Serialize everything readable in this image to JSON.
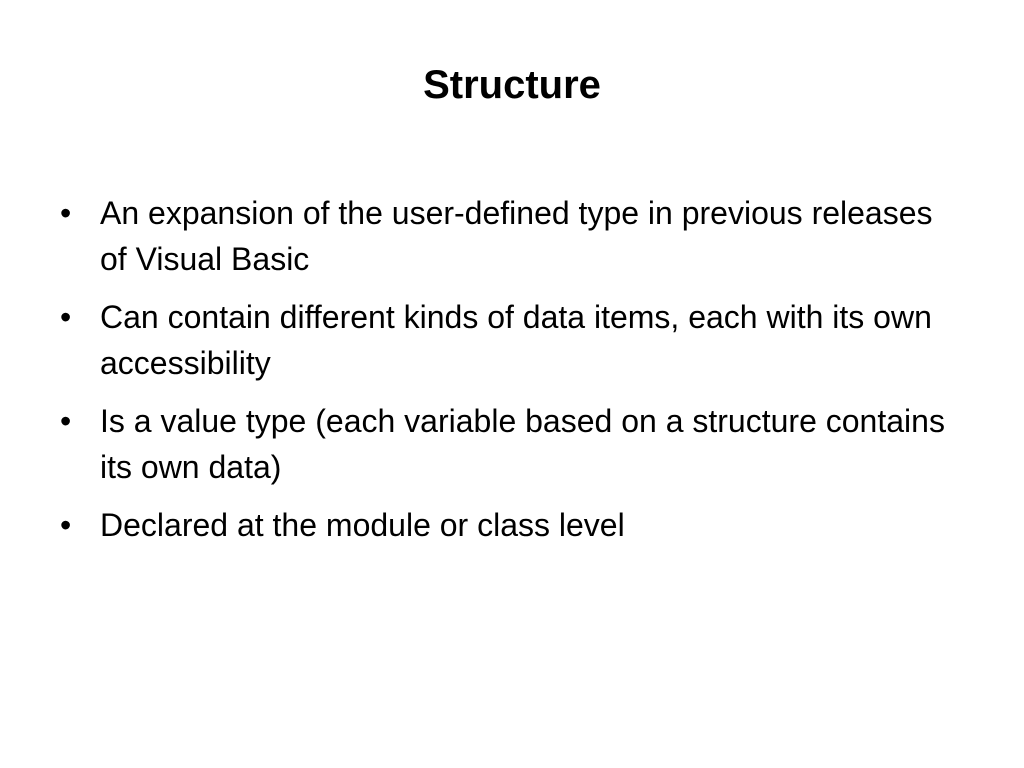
{
  "slide": {
    "title": "Structure",
    "bullet_char": "•",
    "bullets": [
      "An expansion of the user-defined type in previous releases of Visual Basic",
      "Can contain different kinds of data items, each with its own accessibility",
      "Is a value type (each variable based on a structure contains its own data)",
      "Declared at the module or class level"
    ]
  }
}
